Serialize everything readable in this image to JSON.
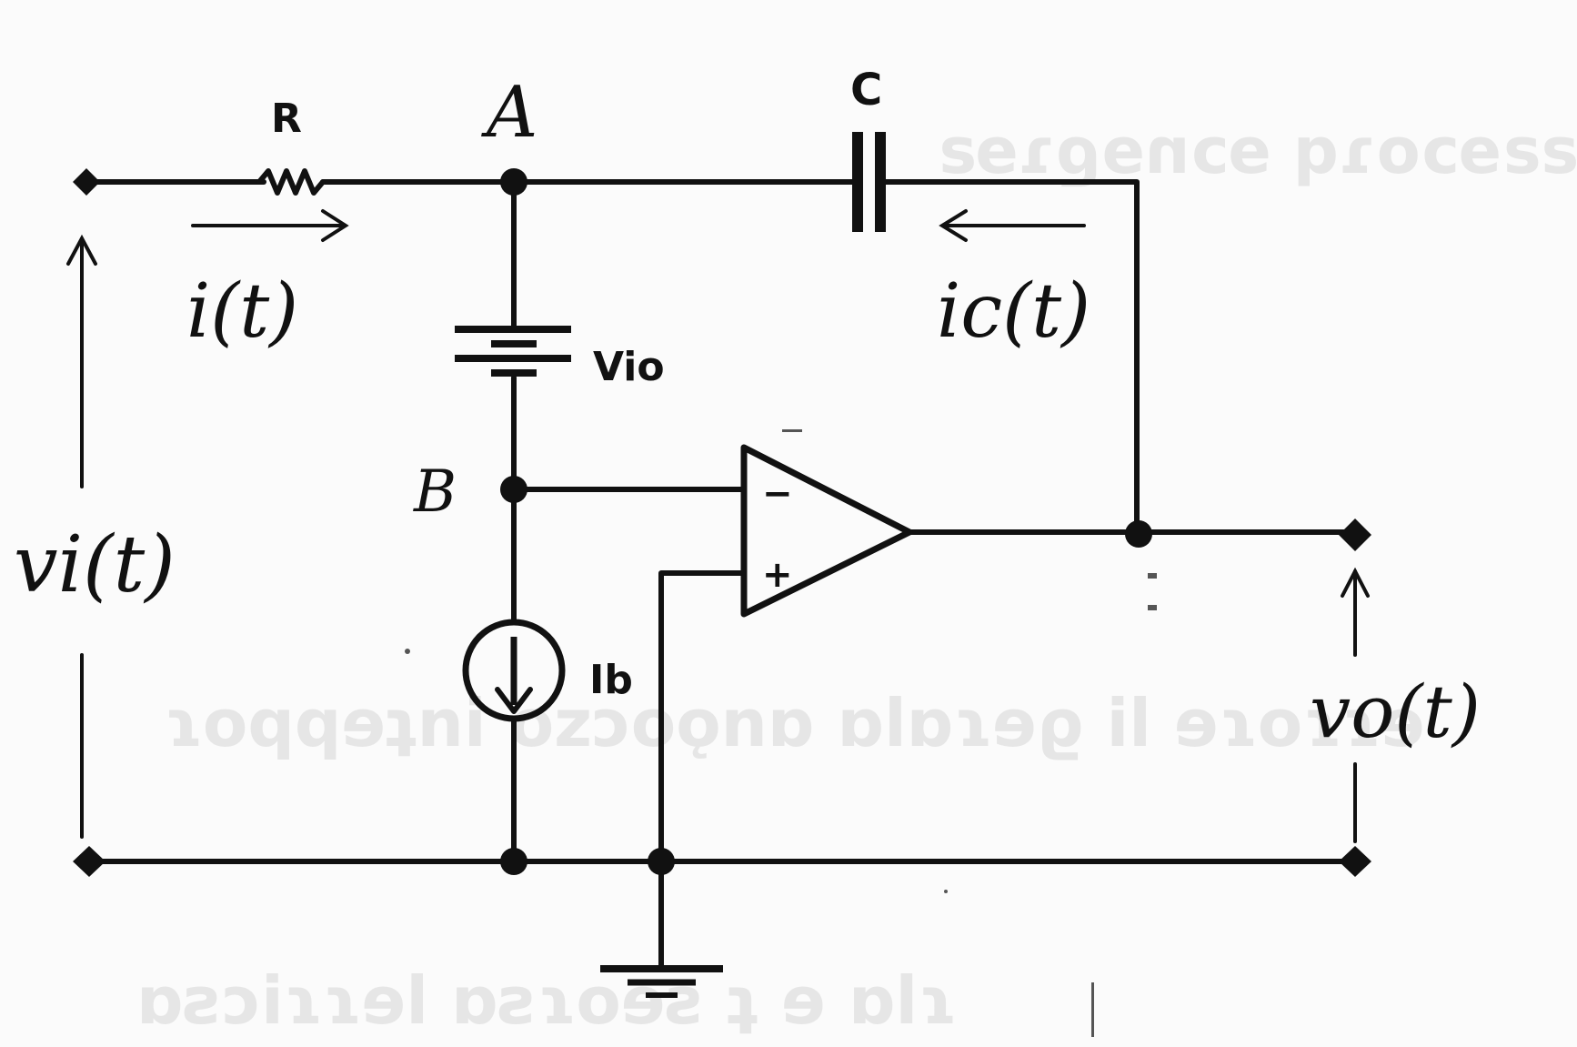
{
  "components": {
    "resistor": "R",
    "capacitor": "C",
    "battery": "Vio",
    "current_source": "Ib"
  },
  "nodes": {
    "a": "A",
    "b": "B"
  },
  "currents": {
    "input": "i(t)",
    "capacitor": "ic(t)"
  },
  "voltages": {
    "input": "vi(t)",
    "output": "vo(t)"
  },
  "opamp": {
    "minus": "−",
    "plus": "+"
  },
  "colors": {
    "ink": "#111111",
    "paper": "#fbfbfb"
  }
}
